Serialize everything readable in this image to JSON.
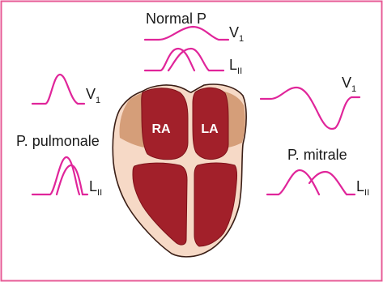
{
  "colors": {
    "frame": "#e75a95",
    "waveform": "#e0259a",
    "heart_outer": "#f6d9c6",
    "heart_outline": "#3a1e16",
    "chamber": "#a2202a",
    "chamber_dark": "#7d1119",
    "atrial_shade": "#c98a5f"
  },
  "normal": {
    "title": "Normal P",
    "v1_main": "V",
    "v1_sub": "1",
    "lii_main": "L",
    "lii_sub": "II"
  },
  "pulmonale": {
    "title": "P. pulmonale",
    "v1_main": "V",
    "v1_sub": "1",
    "lii_main": "L",
    "lii_sub": "II"
  },
  "mitrale": {
    "title": "P. mitrale",
    "v1_main": "V",
    "v1_sub": "1",
    "lii_main": "L",
    "lii_sub": "II"
  },
  "heart": {
    "right_atrium": "RA",
    "left_atrium": "LA"
  }
}
